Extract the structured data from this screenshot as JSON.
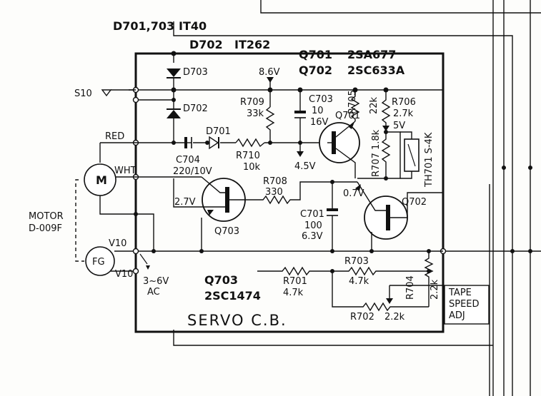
{
  "labels": {
    "d701_703": "D701,703",
    "it40": "IT40",
    "d702_top": "D702",
    "it262": "IT262",
    "q701": "Q701",
    "q702": "Q702",
    "sa677": "2SA677",
    "sc633a": "2SC633A",
    "d703": "D703",
    "v86": "8.6V",
    "s10": "S10",
    "d702": "D702",
    "r709": "R709",
    "k33": "33k",
    "c703": "C703",
    "c703_val": "10",
    "c703_v": "16V",
    "r705": "R705",
    "k22": "22k",
    "r706": "R706",
    "k27": "2.7k",
    "v5": "5V",
    "q701_t": "Q701",
    "red": "RED",
    "d701": "D701",
    "r710": "R710",
    "k10": "10k",
    "v45": "4.5V",
    "r707": "R707 1.8k",
    "th701": "TH701 S-4K",
    "c704": "C704",
    "c704_val": "220/10V",
    "m": "M",
    "wht": "WHT",
    "r708": "R708",
    "r708_val": "330",
    "v27": "2.7V",
    "v07": "0.7V",
    "q702_t": "Q702",
    "motor": "MOTOR",
    "motor_model": "D-009F",
    "c701": "C701",
    "c701_val": "100",
    "c701_v": "6.3V",
    "q703_t": "Q703",
    "v10_a": "V10",
    "fg": "FG",
    "v10_b": "V10",
    "ac_v": "3~6V",
    "ac": "AC",
    "r703": "R703",
    "k47a": "4.7k",
    "q703_name": "Q703",
    "sc1474": "2SC1474",
    "r701": "R701",
    "k47b": "4.7k",
    "r704": "R704",
    "k22b": "2.2k",
    "tape1": "TAPE",
    "tape2": "SPEED",
    "tape3": "ADJ",
    "r702": "R702",
    "k22c": "2.2k",
    "servo": "SERVO C.B."
  }
}
